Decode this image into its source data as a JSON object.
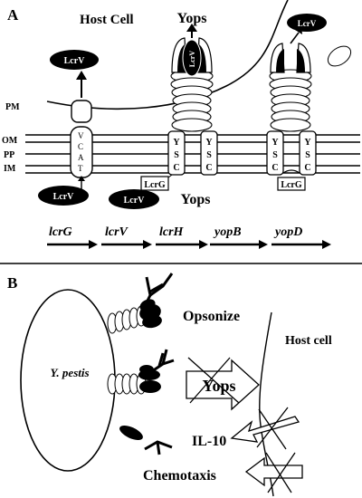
{
  "panel_a": {
    "label": "A",
    "host_cell_label": "Host Cell",
    "yops_top_label": "Yops",
    "yops_bottom_label": "Yops",
    "membrane_labels": [
      "PM",
      "OM",
      "PP",
      "IM"
    ],
    "vcat_letters": [
      "V",
      "C",
      "A",
      "T"
    ],
    "ysc_letters": [
      "Y",
      "S",
      "C"
    ],
    "lcrv_label": "LcrV",
    "lcrg_label": "LcrG",
    "genes": [
      "lcrG",
      "lcrV",
      "lcrH",
      "yopB",
      "yopD"
    ]
  },
  "panel_b": {
    "label": "B",
    "bacterium_label": "Y. pestis",
    "host_cell_label": "Host cell",
    "opsonize_label": "Opsonize",
    "yops_label": "Yops",
    "il10_label": "IL-10",
    "chemotaxis_label": "Chemotaxis"
  },
  "colors": {
    "ink": "#000000",
    "paper": "#ffffff"
  }
}
